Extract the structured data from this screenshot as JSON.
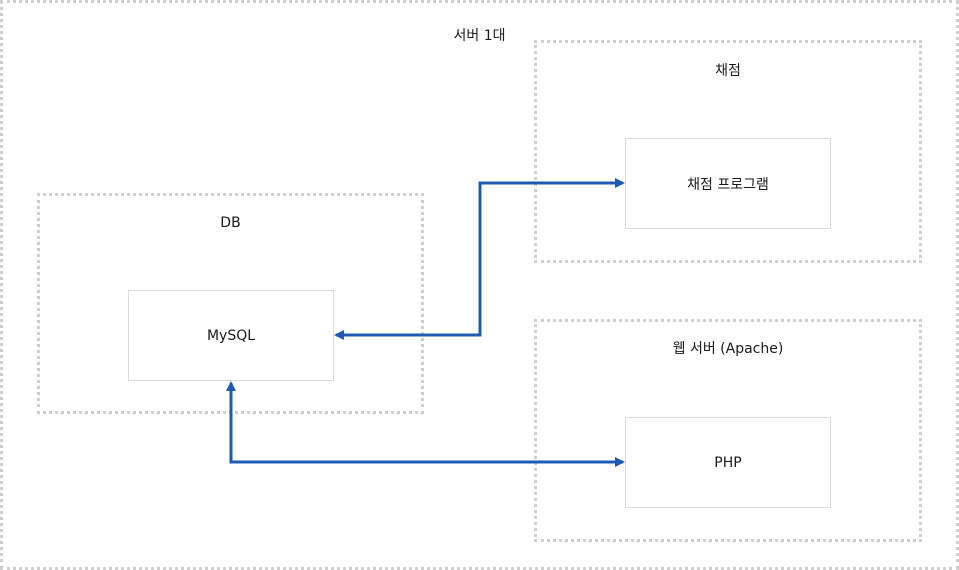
{
  "diagram": {
    "server_title": "서버 1대",
    "groups": {
      "grading": {
        "title": "채점"
      },
      "db": {
        "title": "DB"
      },
      "web": {
        "title": "웹 서버 (Apache)"
      }
    },
    "nodes": {
      "grading_program": {
        "label": "채점 프로그램"
      },
      "mysql": {
        "label": "MySQL"
      },
      "php": {
        "label": "PHP"
      }
    },
    "connections": [
      {
        "from": "MySQL",
        "to": "채점 프로그램",
        "direction": "bidirectional"
      },
      {
        "from": "MySQL",
        "to": "PHP",
        "direction": "bidirectional"
      }
    ],
    "colors": {
      "arrow": "#1f5bb5",
      "group_border": "#cfcfcf",
      "node_border": "#d9d9d9"
    }
  }
}
